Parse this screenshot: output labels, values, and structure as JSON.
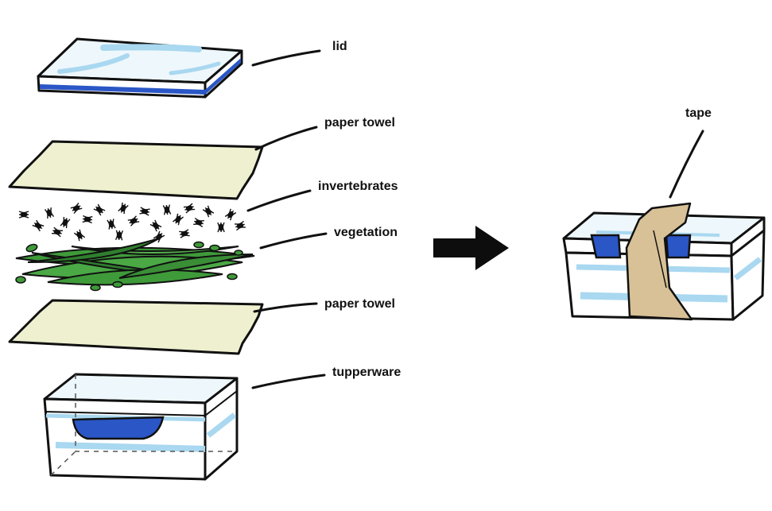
{
  "labels": {
    "lid": "lid",
    "paper_towel_top": "paper towel",
    "invertebrates": "invertebrates",
    "vegetation": "vegetation",
    "paper_towel_bottom": "paper towel",
    "tupperware": "tupperware",
    "tape": "tape"
  },
  "colors": {
    "outline": "#111111",
    "lid_fill": "#eef7fb",
    "lid_highlight": "#a9d8f0",
    "container_blue": "#2a56c6",
    "paper_towel": "#eef0cf",
    "leaf_green": "#3f9a3a",
    "leaf_dark": "#1f5d22",
    "tape": "#d8c196",
    "arrow": "#0d0d0d",
    "bug": "#111111"
  }
}
